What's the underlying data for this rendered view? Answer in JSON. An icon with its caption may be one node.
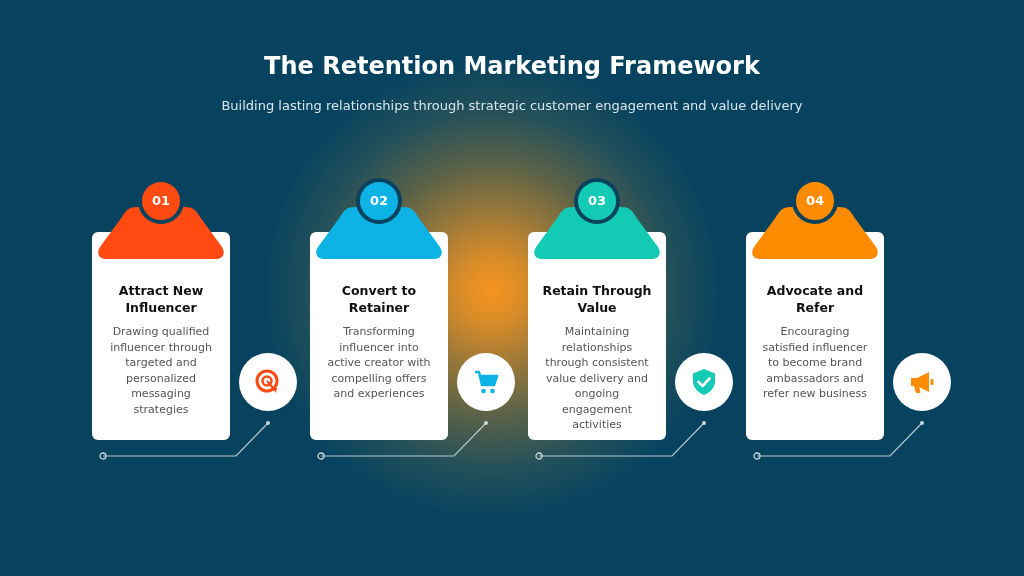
{
  "diagram": {
    "title": "The Retention Marketing Framework",
    "nodes": [
      {
        "text": [
          "01"
        ]
      },
      {
        "text": [],
        "shape": "trapezoid"
      },
      {
        "text": [
          "Attract New Influencer",
          "Drawing qualified influencer through targeted and personalized messaging strategies"
        ]
      },
      {
        "text": [
          "02"
        ]
      },
      {
        "text": [],
        "shape": "trapezoid"
      },
      {
        "text": [
          "Convert to Retainer",
          "Transforming influencer into active creator with compelling offers and experiences"
        ]
      },
      {
        "text": [
          "03"
        ]
      },
      {
        "text": [],
        "shape": "trapezoid"
      },
      {
        "text": [
          "Retain Through Value",
          "Maintaining relationships through consistent value delivery and ongoing engagement activities"
        ]
      },
      {
        "text": [
          "04"
        ]
      },
      {
        "text": [],
        "shape": "trapezoid"
      },
      {
        "text": [
          "Advocate and Refer",
          "Encouraging satisfied influencer to become brand ambassadors and refer new business"
        ]
      }
    ],
    "labels": [
      "Building lasting relationships through strategic customer engagement and value delivery"
    ]
  }
}
